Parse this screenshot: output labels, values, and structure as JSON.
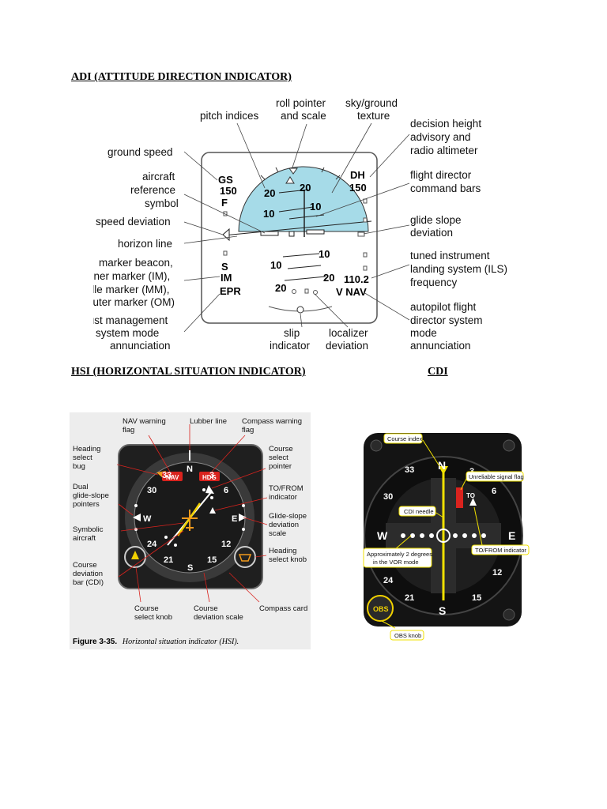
{
  "headings": {
    "adi": "ADI (ATTITUDE DIRECTION INDICATOR)",
    "hsi": "HSI (HORIZONTAL SITUATION INDICATOR)",
    "cdi": "CDI"
  },
  "adi": {
    "callouts": {
      "pitch_indices": "pitch indices",
      "roll_pointer_1": "roll pointer",
      "roll_pointer_2": "and scale",
      "sky_ground_1": "sky/ground",
      "sky_ground_2": "texture",
      "decision_height_1": "decision height",
      "decision_height_2": "advisory and",
      "decision_height_3": "radio altimeter",
      "ground_speed": "ground speed",
      "aircraft_ref_1": "aircraft",
      "aircraft_ref_2": "reference",
      "aircraft_ref_3": "symbol",
      "flight_director_1": "flight director",
      "flight_director_2": "command bars",
      "speed_deviation": "speed deviation",
      "glide_slope_1": "glide slope",
      "glide_slope_2": "deviation",
      "horizon_line": "horizon line",
      "marker_1": "marker beacon,",
      "marker_2": "inner marker (IM),",
      "marker_3": "middle marker (MM),",
      "marker_4": "outer marker (OM)",
      "tuned_1": "tuned instrument",
      "tuned_2": "landing system (ILS)",
      "tuned_3": "frequency",
      "thrust_1": "thrust management",
      "thrust_2": "system mode",
      "thrust_3": "annunciation",
      "slip_1": "slip",
      "slip_2": "indicator",
      "localizer_1": "localizer",
      "localizer_2": "deviation",
      "autopilot_1": "autopilot flight",
      "autopilot_2": "director system",
      "autopilot_3": "mode",
      "autopilot_4": "annunciation"
    },
    "display": {
      "gs": "GS",
      "gs_value": "150",
      "f": "F",
      "s": "S",
      "im": "IM",
      "epr": "EPR",
      "dh": "DH",
      "dh_value": "150",
      "ils_freq": "110.2",
      "vnav": "V NAV",
      "pitch_20": "20",
      "pitch_10": "10"
    }
  },
  "hsi": {
    "callouts": {
      "nav_warning_1": "NAV warning",
      "nav_warning_2": "flag",
      "lubber_line": "Lubber line",
      "compass_warning_1": "Compass warning",
      "compass_warning_2": "flag",
      "heading_bug_1": "Heading",
      "heading_bug_2": "select",
      "heading_bug_3": "bug",
      "course_pointer_1": "Course",
      "course_pointer_2": "select",
      "course_pointer_3": "pointer",
      "dual_gs_1": "Dual",
      "dual_gs_2": "glide-slope",
      "dual_gs_3": "pointers",
      "to_from_1": "TO/FROM",
      "to_from_2": "indicator",
      "gs_scale_1": "Glide-slope",
      "gs_scale_2": "deviation",
      "gs_scale_3": "scale",
      "symbolic_1": "Symbolic",
      "symbolic_2": "aircraft",
      "heading_knob_1": "Heading",
      "heading_knob_2": "select knob",
      "cdi_1": "Course",
      "cdi_2": "deviation",
      "cdi_3": "bar (CDI)",
      "course_knob_1": "Course",
      "course_knob_2": "select knob",
      "dev_scale_1": "Course",
      "dev_scale_2": "deviation scale",
      "compass_card": "Compass card"
    },
    "display": {
      "nav_flag": "NAV",
      "hdg_flag": "HDG",
      "n": "N",
      "s": "S",
      "e": "E",
      "w": "W",
      "c3": "3",
      "c6": "6",
      "c12": "12",
      "c15": "15",
      "c21": "21",
      "c24": "24",
      "c30": "30",
      "c33": "33"
    },
    "caption_bold": "Figure 3-35.",
    "caption_italic": "Horizontal situation indicator (HSI)."
  },
  "cdi": {
    "callouts": {
      "course_index": "Course index",
      "unreliable_flag": "Unreliable signal flag",
      "cdi_needle": "CDI needle",
      "to_from": "TO/FROM indicator",
      "approx_1": "Approximately 2 degrees",
      "approx_2": "in the VOR mode",
      "obs_knob": "OBS knob"
    },
    "display": {
      "n": "N",
      "s": "S",
      "e": "E",
      "w": "W",
      "c3": "3",
      "c6": "6",
      "c12": "12",
      "c15": "15",
      "c21": "21",
      "c24": "24",
      "c30": "30",
      "c33": "33",
      "to": "TO",
      "obs": "OBS"
    }
  },
  "colors": {
    "adi_sky": "#a6dbe8",
    "nav_flag": "#d9231e",
    "cdi_needle": "#f0e000",
    "hsi_bg": "#2a2a2a",
    "hsi_card_text": "#ffffff"
  }
}
